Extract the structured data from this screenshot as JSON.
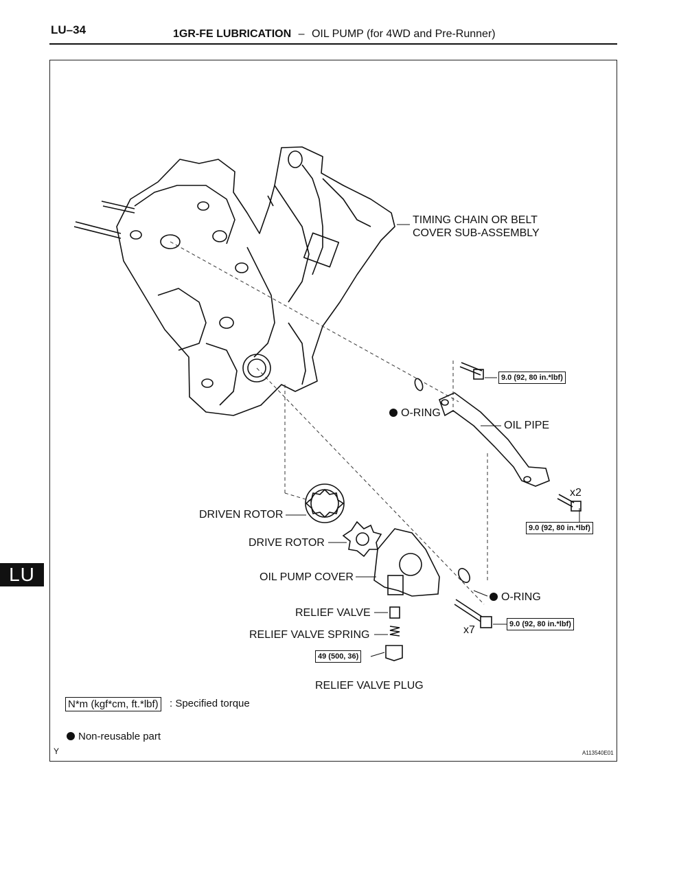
{
  "header": {
    "page_number": "LU–34",
    "section": "1GR-FE LUBRICATION",
    "separator": "–",
    "subsection": "OIL PUMP (for 4WD and Pre-Runner)"
  },
  "side_tab": "LU",
  "labels": {
    "timing_cover_line1": "TIMING CHAIN OR BELT",
    "timing_cover_line2": "COVER SUB-ASSEMBLY",
    "o_ring_1": "O-RING",
    "oil_pipe": "OIL PIPE",
    "x2": "x2",
    "driven_rotor": "DRIVEN ROTOR",
    "drive_rotor": "DRIVE ROTOR",
    "oil_pump_cover": "OIL PUMP COVER",
    "o_ring_2": "O-RING",
    "relief_valve": "RELIEF VALVE",
    "relief_valve_spring": "RELIEF VALVE SPRING",
    "x7": "x7",
    "relief_valve_plug": "RELIEF VALVE PLUG"
  },
  "torques": {
    "pipe_bolt_top": "9.0 (92, 80 in.*lbf)",
    "pipe_bolt_bottom": "9.0 (92, 80 in.*lbf)",
    "cover_bolts": "9.0 (92, 80 in.*lbf)",
    "plug": "49 (500, 36)"
  },
  "legend": {
    "torque_unit": "N*m (kgf*cm, ft.*lbf)",
    "torque_desc": ": Specified torque",
    "non_reusable": "Non-reusable part"
  },
  "footer": {
    "corner_mark": "Y",
    "figure_id": "A113540E01"
  }
}
